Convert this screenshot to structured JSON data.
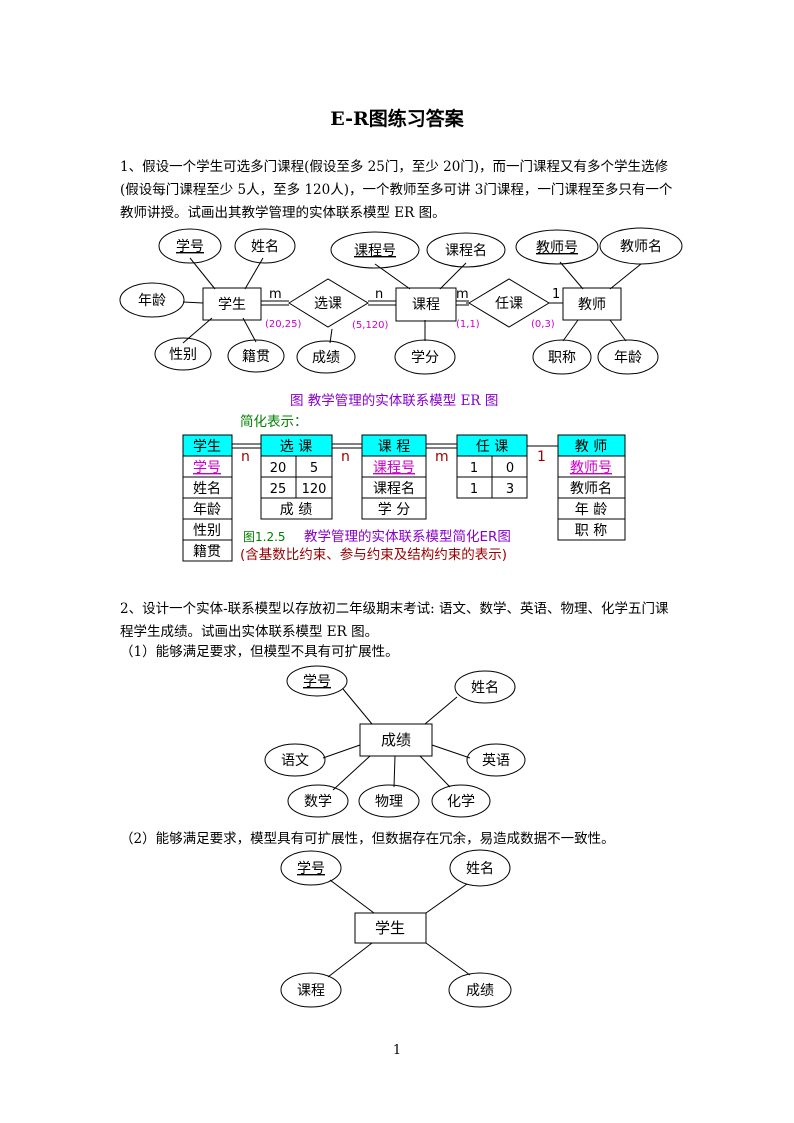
{
  "title": "E-R图练习答案",
  "q1": {
    "text": "1、假设一个学生可选多门课程(假设至多 25门，至少 20门)，而一门课程又有多个学生选修(假设每门课程至少 5人，至多 120人)，一个教师至多可讲 3门课程，一门课程至多只有一个教师讲授。试画出其教学管理的实体联系模型 ER 图。",
    "er": {
      "entities": {
        "student": "学生",
        "course": "课程",
        "teacher": "教师"
      },
      "relations": {
        "select": "选课",
        "teach": "任课"
      },
      "attrs": {
        "s_id": "学号",
        "s_name": "姓名",
        "s_age": "年龄",
        "s_sex": "性别",
        "s_origin": "籍贯",
        "score": "成绩",
        "c_id": "课程号",
        "c_name": "课程名",
        "credit": "学分",
        "t_id": "教师号",
        "t_name": "教师名",
        "t_title": "职称",
        "t_age": "年龄"
      },
      "card": {
        "m1": "m",
        "n1": "n",
        "m2": "m",
        "one": "1"
      },
      "constraints": {
        "c1": "(20,25)",
        "c2": "(5,120)",
        "c3": "(1,1)",
        "c4": "(0,3)"
      },
      "caption": "图  教学管理的实体联系模型 ER 图"
    },
    "simplified": {
      "label": "简化表示：",
      "student": {
        "header": "学生",
        "rows": [
          "学号",
          "姓名",
          "年龄",
          "性别",
          "籍贯"
        ]
      },
      "select": {
        "header": "选  课",
        "cells": [
          [
            "20",
            "5"
          ],
          [
            "25",
            "120"
          ]
        ],
        "footer": "成  绩"
      },
      "course": {
        "header": "课  程",
        "rows": [
          "课程号",
          "课程名",
          "学  分"
        ]
      },
      "teach": {
        "header": "任  课",
        "cells": [
          [
            "1",
            "0"
          ],
          [
            "1",
            "3"
          ]
        ]
      },
      "teacher": {
        "header": "教  师",
        "rows": [
          "教师号",
          "教师名",
          "年  龄",
          "职  称"
        ]
      },
      "card": {
        "n1": "n",
        "n2": "n",
        "m": "m",
        "one": "1"
      },
      "caption_num": "图1.2.5",
      "caption_text": "教学管理的实体联系模型简化ER图",
      "caption_sub": "(含基数比约束、参与约束及结构约束的表示)"
    }
  },
  "q2": {
    "text": "2、设计一个实体-联系模型以存放初二年级期末考试: 语文、数学、英语、物理、化学五门课程学生成绩。试画出实体联系模型 ER 图。",
    "p1": {
      "label": "（1）能够满足要求，但模型不具有可扩展性。",
      "center": "成绩",
      "attrs": {
        "id": "学号",
        "name": "姓名",
        "chinese": "语文",
        "english": "英语",
        "math": "数学",
        "physics": "物理",
        "chemistry": "化学"
      }
    },
    "p2": {
      "label": "（2）能够满足要求，模型具有可扩展性，但数据存在冗余，易造成数据不一致性。",
      "center": "学生",
      "attrs": {
        "id": "学号",
        "name": "姓名",
        "course": "课程",
        "score": "成绩"
      }
    }
  },
  "page_number": "1",
  "colors": {
    "header_cyan": "#00ffff",
    "magenta": "#cc00cc",
    "purple": "#8800cc",
    "green": "#008000",
    "dark_red": "#990000"
  }
}
